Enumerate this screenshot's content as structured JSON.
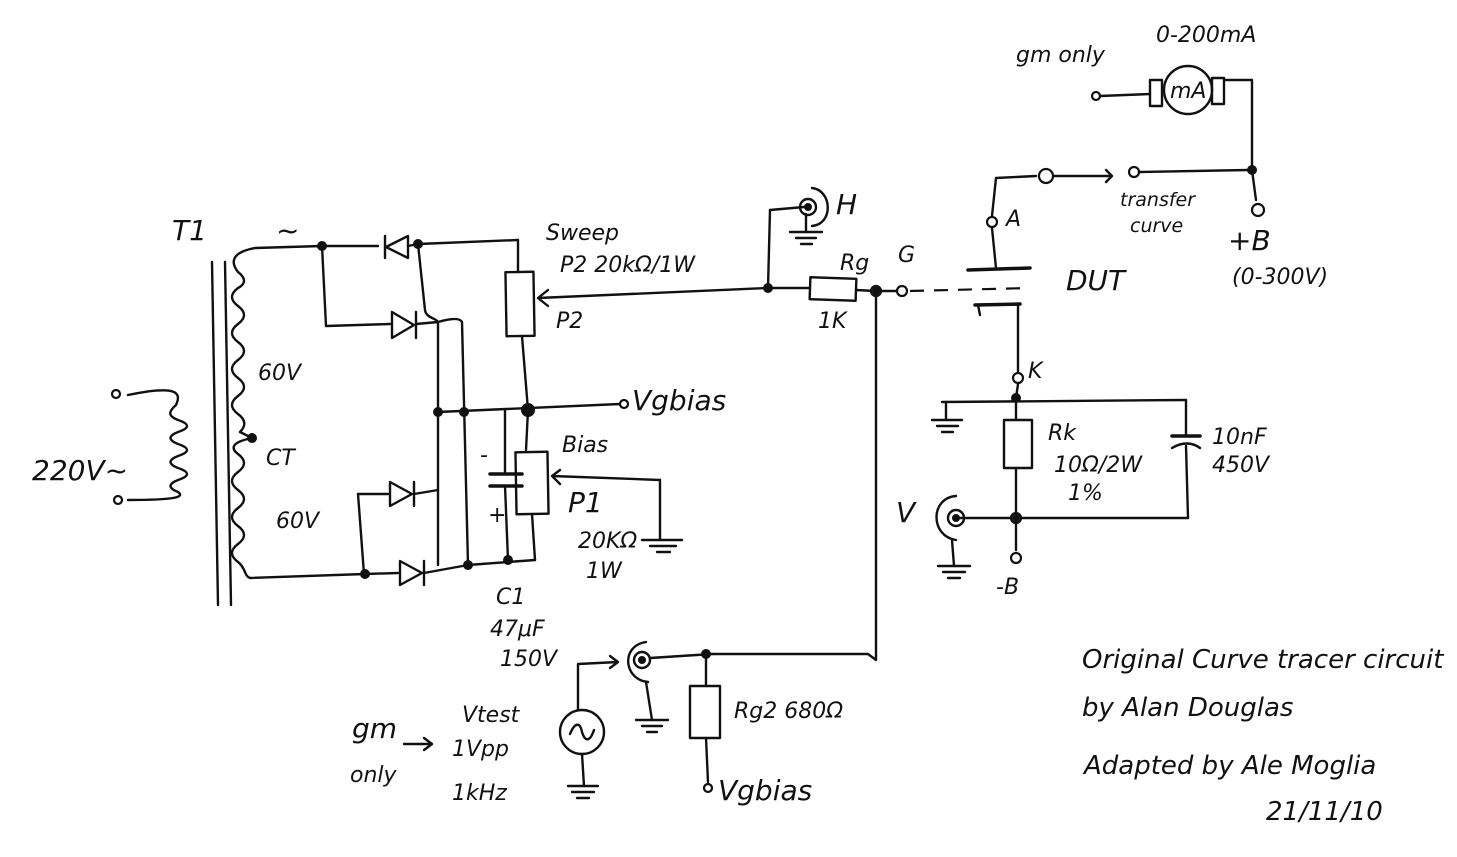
{
  "labels": {
    "t1": "T1",
    "v220": "220V~",
    "tilde": "~",
    "v60_top": "60V",
    "ct": "CT",
    "v60_bot": "60V",
    "sweep": "Sweep",
    "p2_spec": "P2 20kΩ/1W",
    "p2": "P2",
    "vgbias_top": "Vgbias",
    "bias": "Bias",
    "p1": "P1",
    "p1_spec1": "20KΩ",
    "p1_spec2": "1W",
    "c1": "C1",
    "c1_spec1": "47μF",
    "c1_spec2": "150V",
    "minus": "-",
    "plus": "+",
    "h": "H",
    "rg": "Rg",
    "rg_val": "1K",
    "g": "G",
    "dut": "DUT",
    "a": "A",
    "k": "K",
    "rk": "Rk",
    "rk_spec1": "10Ω/2W",
    "rk_spec2": "1%",
    "cap_spec1": "10nF",
    "cap_spec2": "450V",
    "v": "V",
    "minus_b": "-B",
    "gm_only_top": "gm only",
    "ma_range": "0-200mA",
    "ma": "mA",
    "transfer1": "transfer",
    "transfer2": "curve",
    "plus_b": "+B",
    "plus_b_range": "(0-300V)",
    "gm": "gm",
    "only": "only",
    "vtest": "Vtest",
    "vtest_amp": "1Vpp",
    "vtest_freq": "1kHz",
    "rg2": "Rg2 680Ω",
    "vgbias_bot": "Vgbias",
    "note1": "Original Curve tracer circuit",
    "note2": "by Alan Douglas",
    "note3": "Adapted by Ale Moglia",
    "date": "21/11/10"
  }
}
